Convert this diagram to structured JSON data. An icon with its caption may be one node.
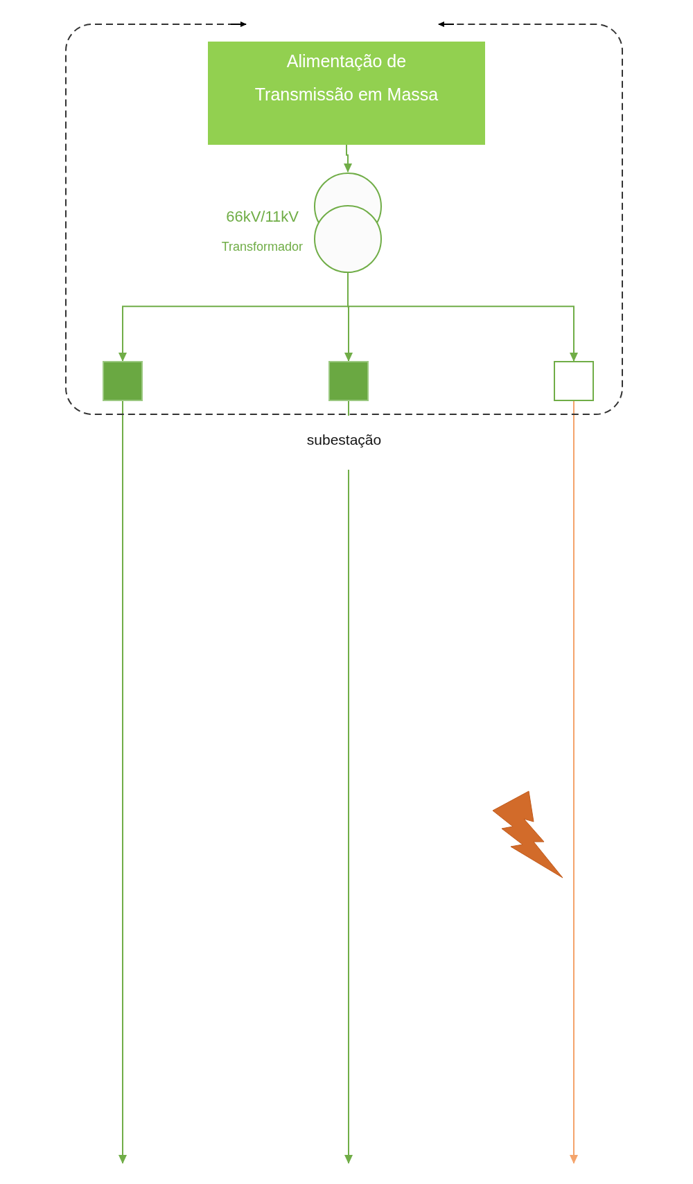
{
  "diagram": {
    "nodes": [
      {
        "text": [
          "subestação"
        ]
      },
      {
        "text": [
          "Alimentação de Transmissão em Massa"
        ],
        "in": 0
      },
      {
        "text": [],
        "shape": "circle",
        "beside": [
          "66kV/11kV",
          "Transformador"
        ],
        "in": 0
      },
      {
        "text": [],
        "shape": "box",
        "in": 0
      },
      {
        "text": [],
        "shape": "box",
        "in": 0
      },
      {
        "text": [],
        "shape": "box",
        "in": 0
      }
    ],
    "edges": [
      {
        "from": 1,
        "to": 2,
        "arrow": "to"
      },
      {
        "from": 2,
        "to": 3,
        "arrow": "to"
      },
      {
        "from": 2,
        "to": 4,
        "arrow": "to"
      },
      {
        "from": 2,
        "to": 5,
        "arrow": "to"
      },
      {
        "from": 3,
        "to": null,
        "arrow": "to"
      },
      {
        "from": 4,
        "to": null,
        "arrow": "to"
      },
      {
        "from": 5,
        "to": null,
        "arrow": "to",
        "color": "#f4a46c"
      }
    ]
  }
}
